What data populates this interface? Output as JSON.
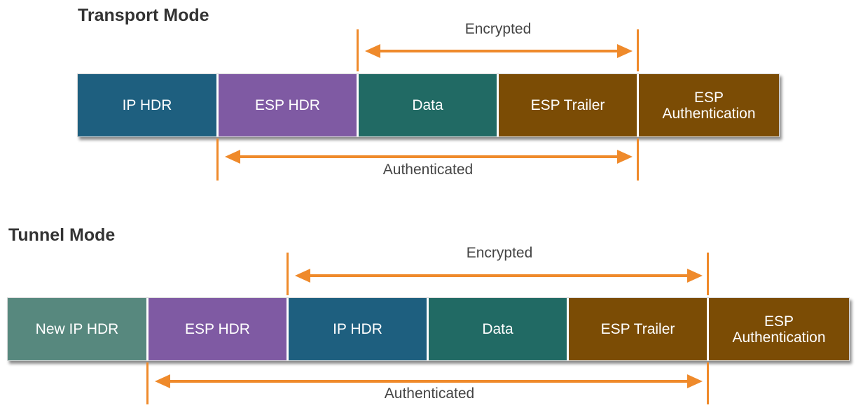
{
  "colors": {
    "ip_hdr": "#1e5f7f",
    "esp_hdr": "#7f5aa3",
    "data": "#216a64",
    "esp_trailer": "#7b4c05",
    "esp_auth": "#7b4c05",
    "new_ip_hdr": "#57887e",
    "arrow": "#ef8a2b"
  },
  "transport": {
    "title": "Transport Mode",
    "encrypted_label": "Encrypted",
    "authenticated_label": "Authenticated",
    "segments": [
      {
        "label": "IP HDR"
      },
      {
        "label": "ESP HDR"
      },
      {
        "label": "Data"
      },
      {
        "label": "ESP Trailer"
      },
      {
        "label": "ESP\nAuthentication"
      }
    ]
  },
  "tunnel": {
    "title": "Tunnel Mode",
    "encrypted_label": "Encrypted",
    "authenticated_label": "Authenticated",
    "segments": [
      {
        "label": "New IP HDR"
      },
      {
        "label": "ESP HDR"
      },
      {
        "label": "IP HDR"
      },
      {
        "label": "Data"
      },
      {
        "label": "ESP Trailer"
      },
      {
        "label": "ESP\nAuthentication"
      }
    ]
  }
}
